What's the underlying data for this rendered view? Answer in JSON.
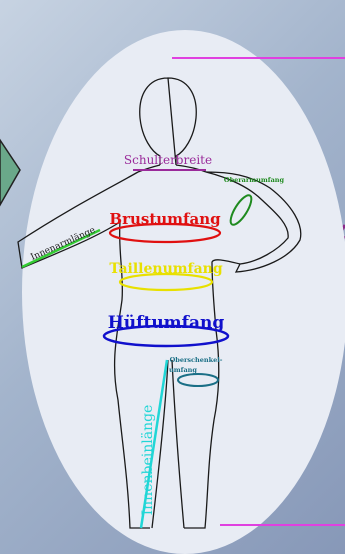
{
  "labels": {
    "schulterbreite": "Schulterbreite",
    "oberarmumfang": "Oberarmumfang",
    "innenarmlaenge": "Innenarmlänge",
    "brustumfang": "Brustumfang",
    "taillenumfang": "Taillenumfang",
    "hueftumfang": "Hüftumfang",
    "oberschenkelumfang_line1": "Oberschenkel-",
    "oberschenkelumfang_line2": "umfang",
    "innenbeinlaenge": "Innenbeinlänge"
  },
  "colors": {
    "schulterbreite": "#9a2a9a",
    "oberarmumfang": "#1f8a1f",
    "innenarmlaenge": "#33cc33",
    "brustumfang": "#e01010",
    "taillenumfang": "#e8e000",
    "hueftumfang": "#1010cc",
    "oberschenkelumfang": "#1a6f86",
    "innenbeinlaenge": "#20d6d6",
    "accent_lines": "#e040e0"
  }
}
